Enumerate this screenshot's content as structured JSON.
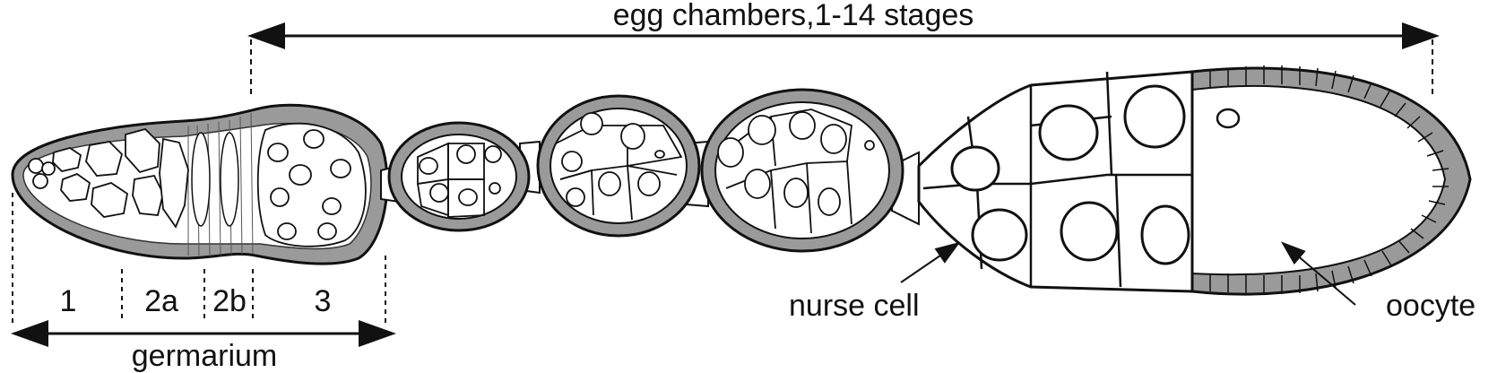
{
  "top_label": "egg chambers,1-14 stages",
  "stage_labels": [
    "1",
    "2a",
    "2b",
    "3"
  ],
  "bottom_label": "germarium",
  "annotations": {
    "nurse_cell": "nurse cell",
    "oocyte": "oocyte"
  }
}
